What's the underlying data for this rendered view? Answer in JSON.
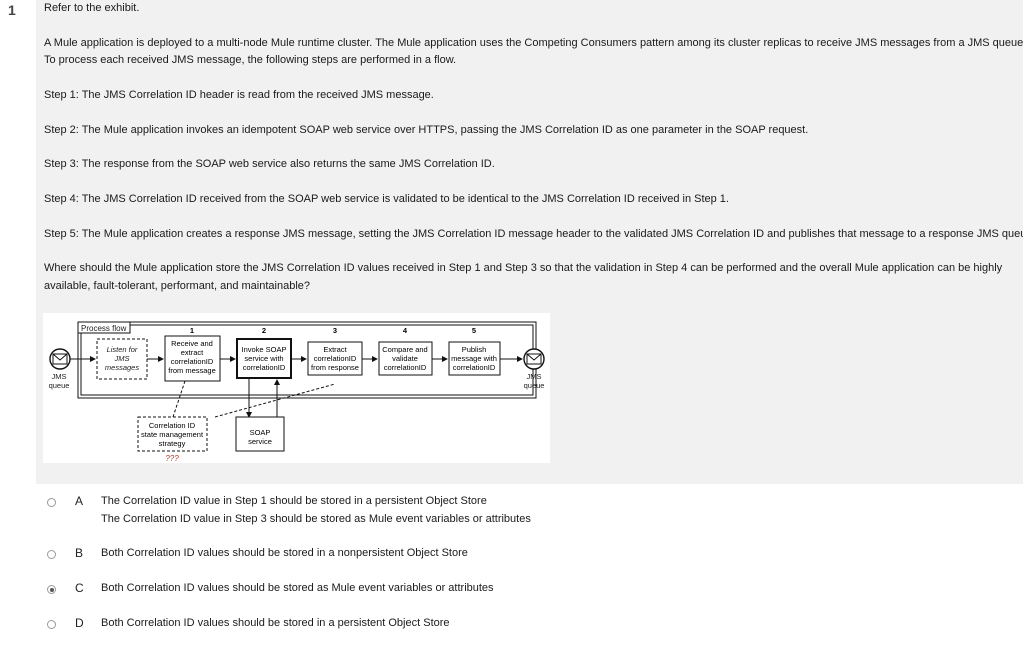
{
  "question": {
    "number": "1",
    "intro": "Refer to the exhibit.",
    "paragraph1_line1": "A Mule application is deployed to a multi-node Mule runtime cluster. The Mule application uses the Competing Consumers pattern among its cluster replicas to receive JMS messages from a JMS queue.",
    "paragraph1_line2": "To process each received JMS message, the following steps are performed in a flow.",
    "step1": "Step 1: The JMS Correlation ID header is read from the received JMS message.",
    "step2": "Step 2: The Mule application invokes an idempotent SOAP web service over HTTPS, passing the JMS Correlation ID as one parameter in the SOAP request.",
    "step3": "Step 3: The response from the SOAP web service also returns the same JMS Correlation ID.",
    "step4": "Step 4: The JMS Correlation ID received from the SOAP web service is validated to be identical to the JMS Correlation ID received in Step 1.",
    "step5": "Step 5: The Mule application creates a response JMS message, setting the JMS Correlation ID message header to the validated JMS Correlation ID and publishes that message to a response JMS queue.",
    "ask_line1": "Where should the Mule application store the JMS Correlation ID values received in Step 1 and Step 3 so that the validation in Step 4 can be performed and the overall Mule application can be highly",
    "ask_line2": "available, fault-tolerant, performant, and maintainable?"
  },
  "exhibit": {
    "process_flow_label": "Process flow",
    "jms_queue_in": [
      "JMS",
      "queue"
    ],
    "jms_queue_out": [
      "JMS",
      "queue"
    ],
    "listen_box": [
      "Listen for",
      "JMS",
      "messages"
    ],
    "steps": [
      {
        "number": "1",
        "lines": [
          "Receive and",
          "extract",
          "correlationID",
          "from message"
        ]
      },
      {
        "number": "2",
        "lines": [
          "Invoke SOAP",
          "service with",
          "correlationID"
        ]
      },
      {
        "number": "3",
        "lines": [
          "Extract",
          "correlationID",
          "from response"
        ]
      },
      {
        "number": "4",
        "lines": [
          "Compare and",
          "validate",
          "correlationID"
        ]
      },
      {
        "number": "5",
        "lines": [
          "Publish",
          "message with",
          "correlationID"
        ]
      }
    ],
    "state_box": [
      "Correlation ID",
      "state management",
      "strategy"
    ],
    "state_question": "???",
    "soap_box": [
      "SOAP",
      "service"
    ],
    "accent_red": "#c0392b"
  },
  "options": [
    {
      "letter": "A",
      "lines": [
        "The Correlation ID value in Step 1 should be stored in a persistent Object Store",
        "The Correlation ID value in Step 3 should be stored as Mule event variables or attributes"
      ],
      "selected": false
    },
    {
      "letter": "B",
      "lines": [
        "Both Correlation ID values should be stored in a nonpersistent Object Store"
      ],
      "selected": false
    },
    {
      "letter": "C",
      "lines": [
        "Both Correlation ID values should be stored as Mule event variables or attributes"
      ],
      "selected": true
    },
    {
      "letter": "D",
      "lines": [
        "Both Correlation ID values should be stored in a persistent Object Store"
      ],
      "selected": false
    }
  ]
}
